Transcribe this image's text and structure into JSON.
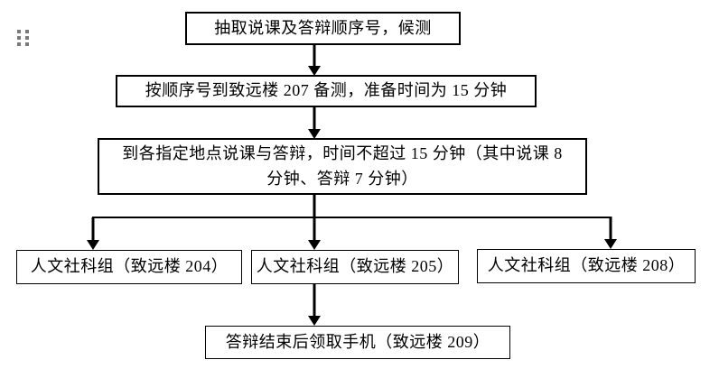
{
  "page": {
    "background_color": "#ffffff",
    "line_color": "#000000",
    "drag_handle_dot_color": "#7a7a7a"
  },
  "flowchart": {
    "nodes": [
      {
        "id": "n1",
        "label": "抽取说课及答辩顺序号，候测"
      },
      {
        "id": "n2",
        "label": "按顺序号到致远楼 207 备测，准备时间为 15 分钟"
      },
      {
        "id": "n3",
        "label": "到各指定地点说课与答辩，时间不超过 15 分钟（其中说课 8\n分钟、答辩 7 分钟）"
      },
      {
        "id": "n4",
        "label": "人文社科组（致远楼 204）"
      },
      {
        "id": "n5",
        "label": "人文社科组（致远楼 205）"
      },
      {
        "id": "n6",
        "label": "人文社科组（致远楼 208）"
      },
      {
        "id": "n7",
        "label": "答辩结束后领取手机（致远楼 209）"
      }
    ],
    "edges": [
      {
        "from": "n1",
        "to": "n2"
      },
      {
        "from": "n2",
        "to": "n3"
      },
      {
        "from": "n3",
        "to": "n4"
      },
      {
        "from": "n3",
        "to": "n5"
      },
      {
        "from": "n3",
        "to": "n6"
      },
      {
        "from": "n5",
        "to": "n7"
      }
    ]
  }
}
